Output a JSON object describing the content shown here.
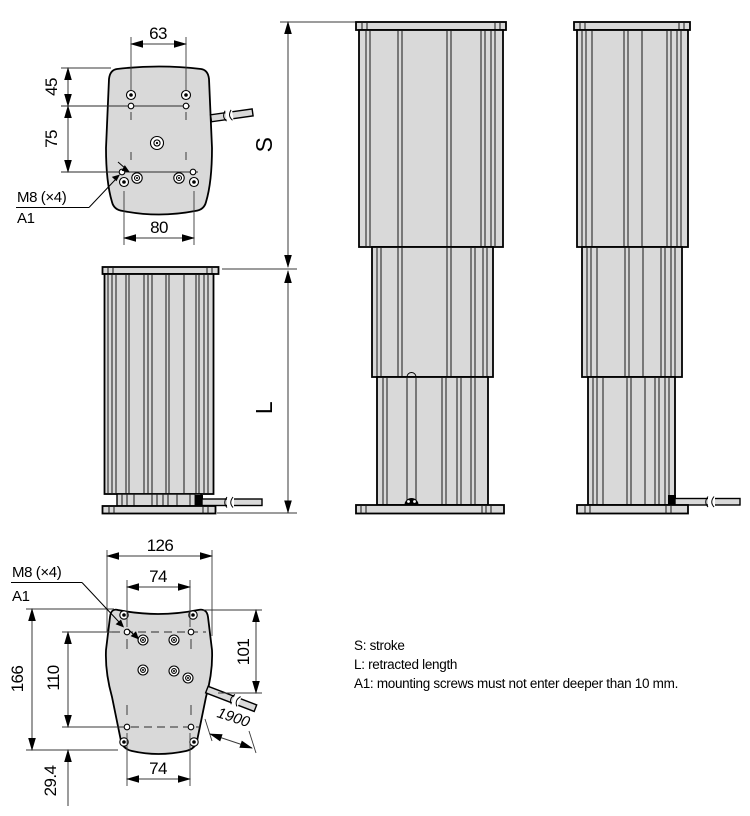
{
  "drawing": {
    "top_view": {
      "dim_hole_spacing_top": "63",
      "dim_edge_to_holes": "45",
      "dim_hole_rows": "75",
      "dim_hole_spacing_bottom": "80",
      "screw_label": "M8 (×4)",
      "anchor_label": "A1"
    },
    "symbols": {
      "stroke": "S",
      "retracted_length": "L"
    },
    "bottom_view": {
      "dim_overall_width": "126",
      "dim_hole_spacing_top": "74",
      "dim_overall_height": "166",
      "dim_hole_rows": "110",
      "dim_right_height": "101",
      "dim_bottom_offset": "29.4",
      "dim_hole_spacing_bottom": "74",
      "cable_length": "1900",
      "screw_label": "M8 (×4)",
      "anchor_label": "A1"
    },
    "legend": {
      "stroke": "S: stroke",
      "retracted": "L: retracted length",
      "mounting": "A1: mounting screws must not enter deeper than 10 mm."
    },
    "colors": {
      "body_fill": "#d9d9d9",
      "outline": "#000000",
      "dimension_line": "#3a3a3a",
      "background": "#ffffff"
    }
  }
}
